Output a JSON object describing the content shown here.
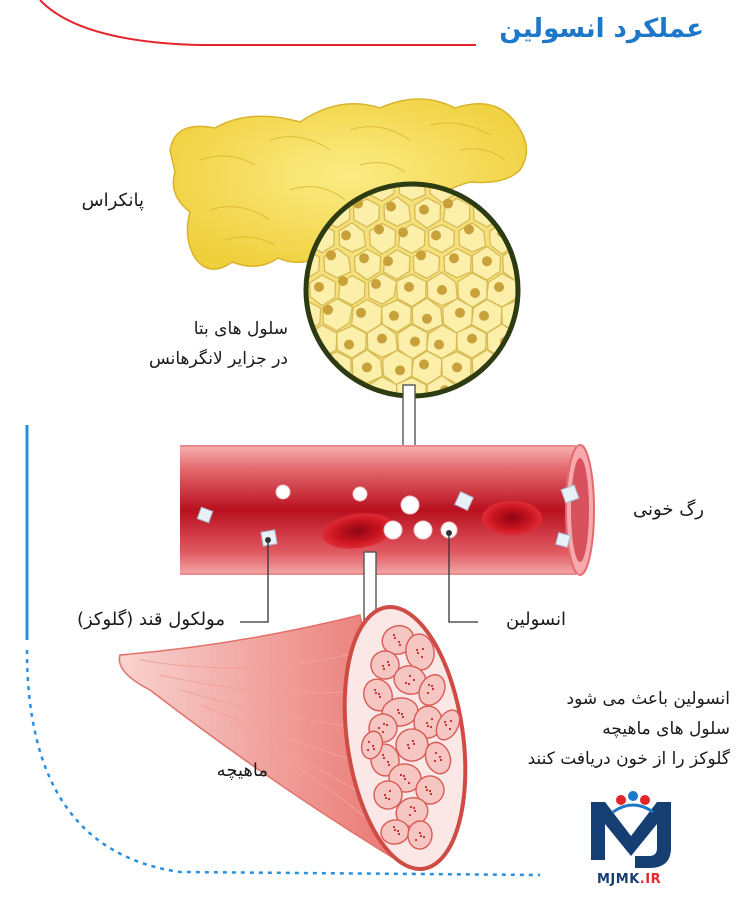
{
  "title": "عملکرد انسولین",
  "labels": {
    "pancreas": "پانکراس",
    "beta_cells_line1": "سلول های بتا",
    "beta_cells_line2": "در جزایر لانگرهانس",
    "blood_vessel": "رگ خونی",
    "glucose": "مولکول قند (گلوکز)",
    "insulin": "انسولین",
    "muscle": "ماهیچه"
  },
  "caption": {
    "line1": "انسولین باعث می شود",
    "line2": "سلول های ماهیچه",
    "line3": "گلوکز را از خون دریافت کنند"
  },
  "logo": {
    "text_main": "MJMK",
    "text_suffix": ".IR",
    "icon": "mj-logo-icon"
  },
  "colors": {
    "title_blue": "#1d78c9",
    "accent_red": "#e3262c",
    "pancreas_yellow": "#f6e161",
    "vessel_red": "#c8182b",
    "muscle_pink": "#f3a6a0"
  }
}
